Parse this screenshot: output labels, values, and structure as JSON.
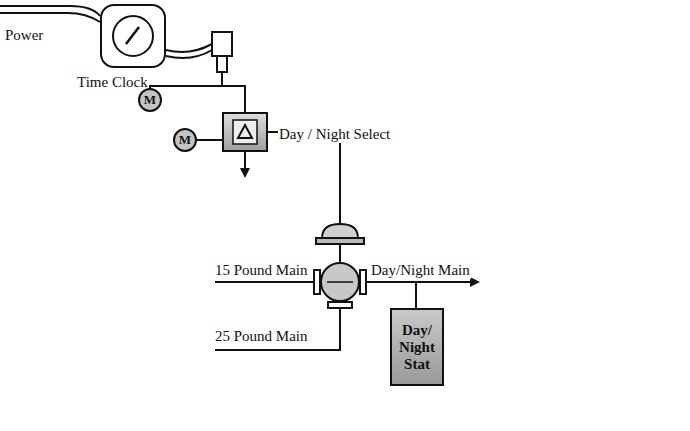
{
  "diagram": {
    "nodes": [
      {
        "text": [
          "Time Clock"
        ]
      },
      {
        "text": [
          "M"
        ]
      },
      {
        "text": [
          "Day / Night Select"
        ]
      },
      {
        "text": [
          "M"
        ]
      },
      {
        "text": [
          "Day/ Night Stat"
        ]
      }
    ],
    "edges": [
      {
        "from": 3,
        "to": 2,
        "arrow": "none"
      }
    ],
    "labels": [
      "Power",
      "15 Pound Main",
      "25 Pound Main",
      "Day/Night Main"
    ]
  }
}
